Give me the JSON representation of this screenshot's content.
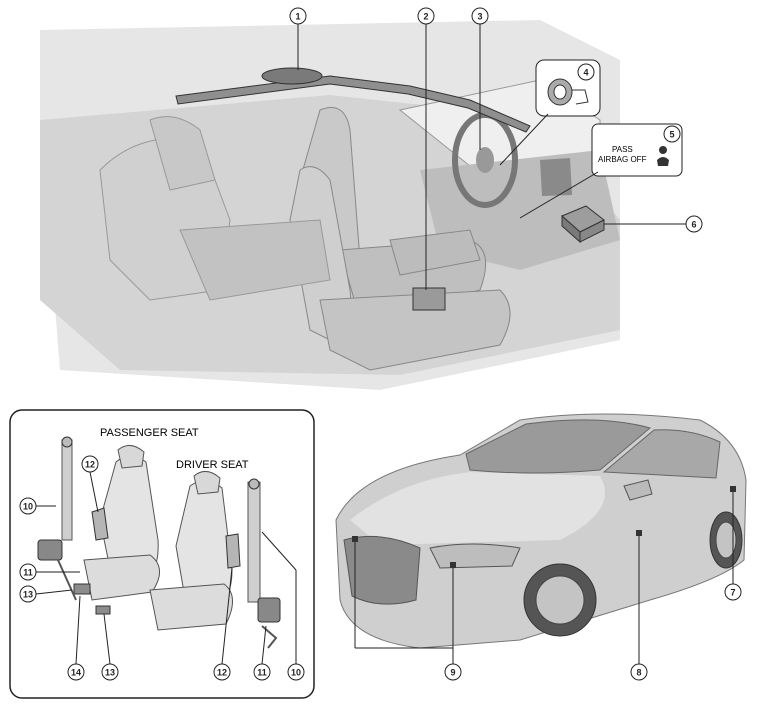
{
  "callouts": {
    "c1": "1",
    "c2": "2",
    "c3": "3",
    "c4": "4",
    "c5": "5",
    "c6": "6",
    "c7": "7",
    "c8": "8",
    "c9": "9",
    "c10a": "10",
    "c10b": "10",
    "c11a": "11",
    "c11b": "11",
    "c12a": "12",
    "c12b": "12",
    "c13a": "13",
    "c13b": "13",
    "c14": "14"
  },
  "inset_labels": {
    "passenger_seat": "PASSENGER SEAT",
    "driver_seat": "DRIVER SEAT"
  },
  "indicator": {
    "line1": "PASS",
    "line2": "AIRBAG OFF"
  }
}
